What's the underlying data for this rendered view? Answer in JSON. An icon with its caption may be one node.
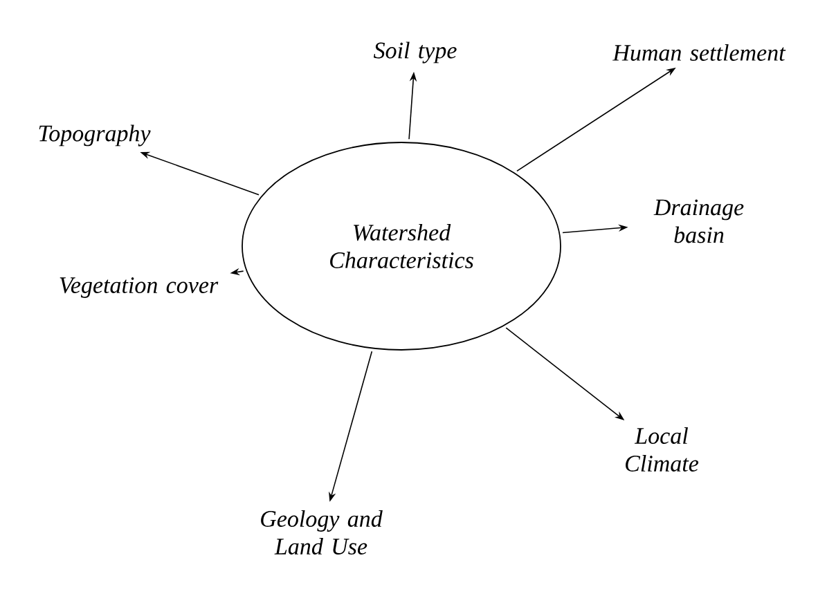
{
  "diagram": {
    "nodes": [
      {
        "text": [
          "Watershed Characteristics"
        ]
      },
      {
        "text": [
          "Soil type"
        ]
      },
      {
        "text": [
          "Human settlement"
        ]
      },
      {
        "text": [
          "Drainage basin"
        ]
      },
      {
        "text": [
          "Local Climate"
        ]
      },
      {
        "text": [
          "Geology and Land Use"
        ]
      },
      {
        "text": [
          "Vegetation cover"
        ]
      },
      {
        "text": [
          "Topography"
        ]
      }
    ],
    "edges": [
      {
        "from": 0,
        "to": 1,
        "arrow": "to"
      },
      {
        "from": 0,
        "to": 2,
        "arrow": "to"
      },
      {
        "from": 0,
        "to": 3,
        "arrow": "to"
      },
      {
        "from": 0,
        "to": 4,
        "arrow": "to"
      },
      {
        "from": 0,
        "to": 5,
        "arrow": "to"
      },
      {
        "from": 0,
        "to": 6,
        "arrow": "to"
      },
      {
        "from": 0,
        "to": 7,
        "arrow": "to"
      }
    ]
  }
}
